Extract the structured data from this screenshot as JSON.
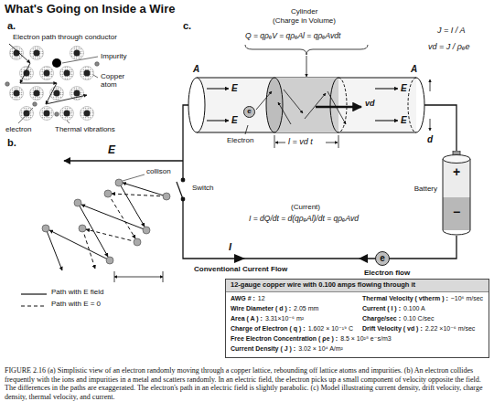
{
  "diagram": {
    "title": "What's Going on Inside a Wire",
    "caption": "FIGURE 2.16 (a) Simplistic view of an electron randomly moving through a copper lattice, rebounding off lattice atoms and impurities. (b) An electron collides frequently with the ions and impurities in a metal and scatters randomly. In an electric field, the electron picks up a small component of velocity opposite the field. The differences in the paths are exaggerated. The electron's path in an electric field is slightly parabolic. (c) Model illustrating current density, drift velocity, charge density, thermal velocity, and current.",
    "nodes": [
      {
        "text": [
          "e"
        ]
      },
      {
        "text": [
          "+",
          "−",
          "Battery"
        ]
      },
      {
        "text": [
          "e"
        ]
      },
      {
        "text": [
          "12-gauge copper wire with 0.100 amps flowing through it",
          "AWG # :",
          "12",
          "Thermal Velocity ( vtherm ) :",
          "~10⁶ m/sec",
          "Wire Diameter ( d ) :",
          "2.05 mm",
          "Current ( I ) :",
          "0.100 A",
          "Area ( A ) :",
          "3.31×10⁻⁶ m²",
          "Charge/sec :",
          "0.10 C/sec",
          "Charge of Electron ( q ) :",
          "1.602 × 10⁻¹⁹ C",
          "Drift Velocity ( vd ) :",
          "2.22 ×10⁻⁶ m/sec",
          "Free Electron Concentration ( ρe ) :",
          "8.5 × 10²⁸ e⁻s/m3",
          "Current Density ( J ) :",
          "3.02 × 10⁴ A/m²"
        ]
      }
    ],
    "labels": [
      "a.",
      "Electron path through conductor",
      "Impurity",
      "Copper atom",
      "electron",
      "Thermal vibrations",
      "b.",
      "E",
      "collison",
      "c.",
      "Cylinder",
      "(Charge in Volume)",
      "Q = qρₑV = qρₑAl = qρₑAvdt",
      "J = I / A",
      "vd = J / ρₑe",
      "A",
      "A",
      "E",
      "E",
      "E",
      "E",
      "vd",
      "Electron",
      "l = vd t",
      "d",
      "Switch",
      "(Current)",
      "I = dQ/dt = d(qρₑAl)/dt = qρₑAvd",
      "I",
      "Conventional Current Flow",
      "Electron flow"
    ],
    "legend": [
      {
        "text": "Path with E field"
      },
      {
        "text": "Path with E = 0"
      }
    ]
  }
}
